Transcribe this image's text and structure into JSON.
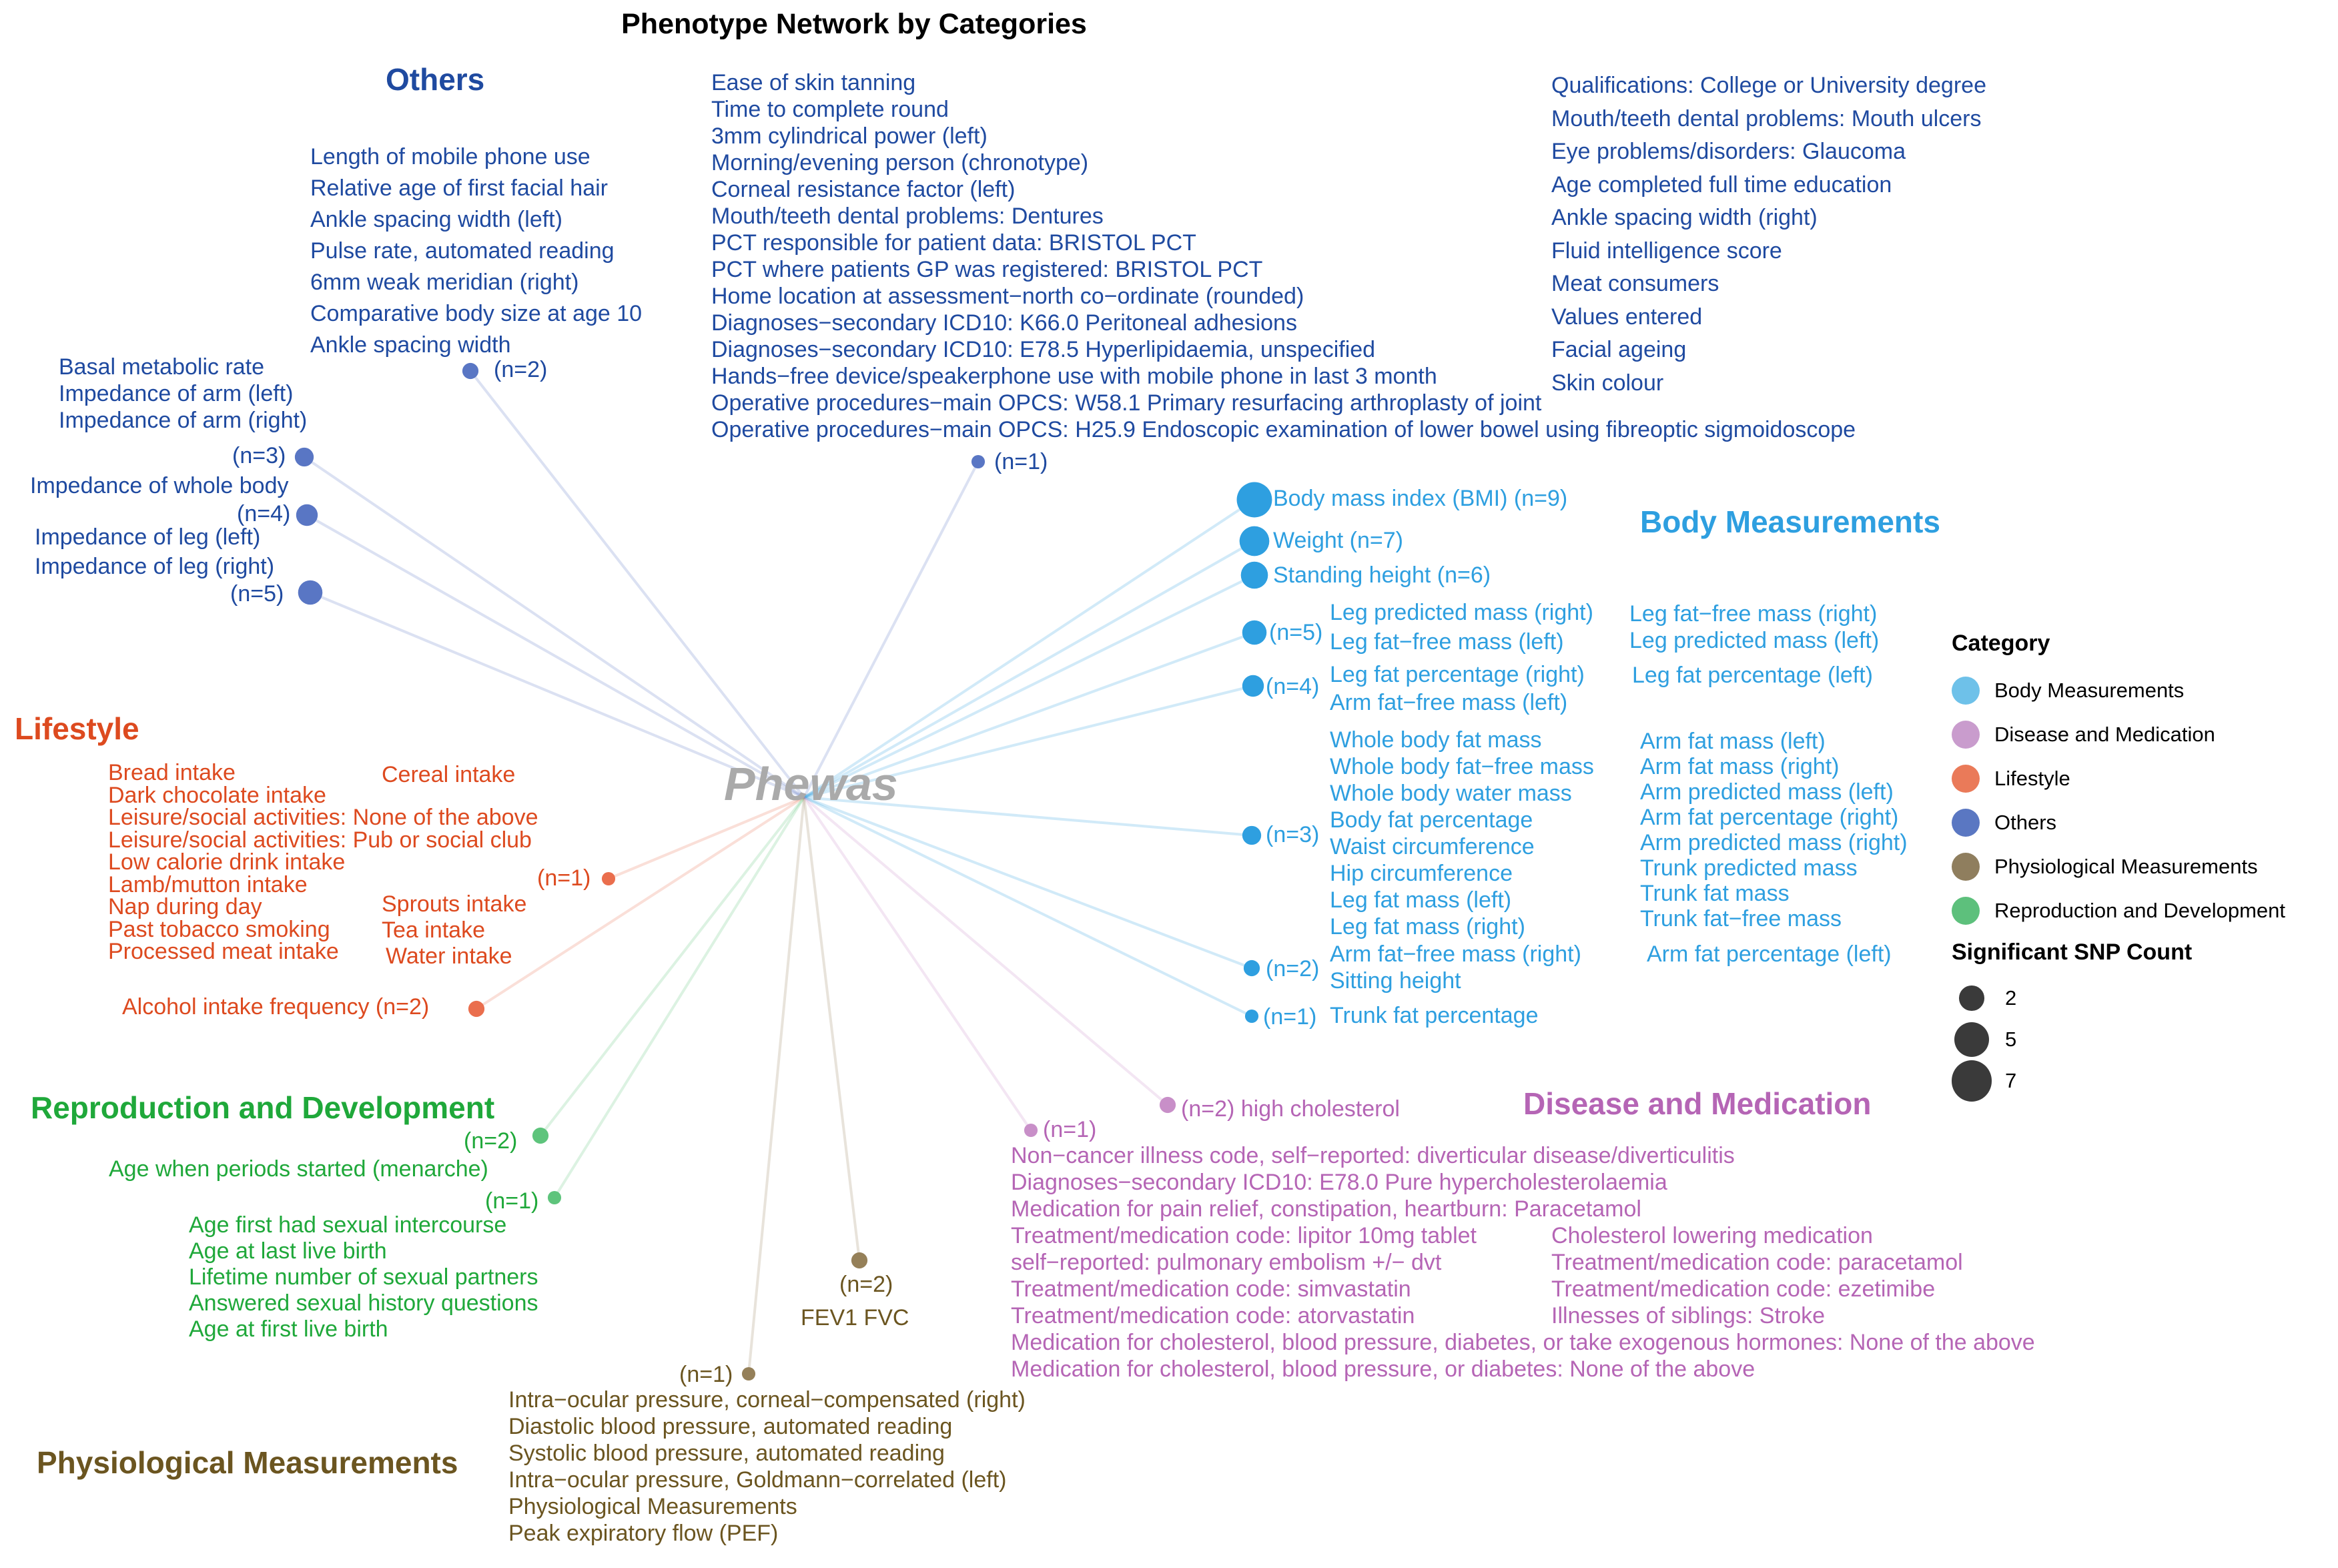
{
  "title": "Phenotype Network by Categories",
  "center": "Phewas",
  "colors": {
    "body": "#2e9fe0",
    "body_dot": "#2e9fe0",
    "disease": "#b565b5",
    "disease_dot": "#c88fc8",
    "lifestyle": "#dd4a1f",
    "lifestyle_dot": "#ea6e4d",
    "others": "#1f4aa0",
    "others_dot": "#5976c4",
    "physio": "#6b5520",
    "physio_dot": "#958059",
    "repro": "#1fa83a",
    "repro_dot": "#5ec47c"
  },
  "categories": {
    "others": "Others",
    "body": "Body Measurements",
    "lifestyle": "Lifestyle",
    "repro": "Reproduction and Development",
    "disease": "Disease and Medication",
    "physio": "Physiological Measurements"
  },
  "others": {
    "n2_label": "(n=2)",
    "n2_items": [
      "Length of mobile phone use",
      "Relative age of first facial hair",
      "Ankle spacing width (left)",
      "Pulse rate, automated reading",
      "6mm weak meridian (right)",
      "Comparative body size at age 10",
      "Ankle spacing width"
    ],
    "n3_items": [
      "Basal metabolic rate",
      "Impedance of arm (left)",
      "Impedance of arm (right)"
    ],
    "n3_label": "(n=3)",
    "n4_item": "Impedance of whole body",
    "n4_label": "(n=4)",
    "n5_items": [
      "Impedance of leg (left)",
      "Impedance of leg (right)"
    ],
    "n5_label": "(n=5)",
    "n1_label": "(n=1)",
    "n1_items_mid": [
      "Ease of skin tanning",
      "Time to complete round",
      "3mm cylindrical power (left)",
      "Morning/evening person (chronotype)",
      "Corneal resistance factor (left)",
      "Mouth/teeth dental problems: Dentures",
      "PCT responsible for patient data: BRISTOL PCT",
      "PCT where patients GP was registered: BRISTOL PCT",
      "Home location at assessment−north co−ordinate (rounded)",
      "Diagnoses−secondary ICD10: K66.0 Peritoneal adhesions",
      "Diagnoses−secondary ICD10: E78.5 Hyperlipidaemia, unspecified",
      "Hands−free device/speakerphone use with mobile phone in last 3 month",
      "Operative procedures−main OPCS: W58.1 Primary resurfacing arthroplasty of joint",
      "Operative procedures−main OPCS: H25.9 Endoscopic examination of lower bowel using fibreoptic sigmoidoscope"
    ],
    "n1_items_right": [
      "Qualifications: College or University degree",
      "Mouth/teeth dental problems: Mouth ulcers",
      "Eye problems/disorders: Glaucoma",
      "Age completed full time education",
      "Ankle spacing width (right)",
      "Fluid intelligence score",
      "Meat consumers",
      "Values entered",
      "Facial ageing",
      "Skin colour"
    ]
  },
  "body": {
    "bmi": "Body mass index (BMI) (n=9)",
    "weight": "Weight (n=7)",
    "height": "Standing height (n=6)",
    "n5_label": "(n=5)",
    "n5_col1": [
      "Leg predicted mass (right)",
      "Leg fat−free mass (left)"
    ],
    "n5_col2": [
      "Leg fat−free mass (right)",
      "Leg predicted mass (left)"
    ],
    "n4_label": "(n=4)",
    "n4_col1": [
      "Leg fat percentage (right)",
      "Arm fat−free mass (left)"
    ],
    "n4_col2": [
      "Leg fat percentage (left)"
    ],
    "n3_label": "(n=3)",
    "n3_col1": [
      "Whole body fat mass",
      "Whole body fat−free mass",
      "Whole body water mass",
      "Body fat percentage",
      "Waist circumference",
      "Hip circumference",
      "Leg fat mass (left)",
      "Leg fat mass (right)"
    ],
    "n3_col2": [
      "Arm fat mass (left)",
      "Arm fat mass (right)",
      "Arm predicted mass (left)",
      "Arm fat percentage (right)",
      "Arm predicted mass (right)",
      "Trunk predicted mass",
      "Trunk fat mass",
      "Trunk fat−free mass"
    ],
    "n2_label": "(n=2)",
    "n2_col1": [
      "Arm fat−free mass (right)",
      "Sitting height"
    ],
    "n2_col2": [
      "Arm fat percentage (left)"
    ],
    "n1_label": "(n=1)",
    "n1_item": "Trunk fat percentage"
  },
  "lifestyle": {
    "n1_label": "(n=1)",
    "col1": [
      "Bread intake",
      "Dark chocolate intake",
      "Leisure/social activities: None of the above",
      "Leisure/social activities: Pub or social club",
      "Low calorie drink intake",
      "Lamb/mutton intake",
      "Nap during day",
      "Past tobacco smoking",
      "Processed meat intake"
    ],
    "col2": [
      "Cereal intake",
      "Sprouts intake",
      "Tea intake",
      "Water intake"
    ],
    "n2_label": "Alcohol intake frequency (n=2)"
  },
  "repro": {
    "n2_label": "(n=2)",
    "n2_item": "Age when periods started (menarche)",
    "n1_label": "(n=1)",
    "n1_items": [
      "Age first had sexual intercourse",
      "Age at last live birth",
      "Lifetime number of sexual partners",
      "Answered sexual history questions",
      "Age at first live birth"
    ]
  },
  "physio": {
    "n2_label": "(n=2)",
    "n2_item": "FEV1 FVC",
    "n1_label": "(n=1)",
    "n1_items": [
      "Intra−ocular pressure, corneal−compensated (right)",
      "Diastolic blood pressure, automated reading",
      "Systolic blood pressure, automated reading",
      "Intra−ocular pressure, Goldmann−correlated (left)",
      "Physiological Measurements",
      "Peak expiratory flow (PEF)"
    ]
  },
  "disease": {
    "n2_label": "(n=2) high cholesterol",
    "n1_label": "(n=1)",
    "n1_items": [
      "Non−cancer illness code, self−reported: diverticular disease/diverticulitis",
      "Diagnoses−secondary ICD10: E78.0 Pure hypercholesterolaemia",
      "Medication for pain relief, constipation, heartburn: Paracetamol",
      "Treatment/medication code: lipitor 10mg tablet",
      "self−reported: pulmonary embolism +/− dvt",
      "Treatment/medication code: simvastatin",
      "Treatment/medication code: atorvastatin"
    ],
    "n1_items_right": [
      "Cholesterol lowering medication",
      "Treatment/medication code: paracetamol",
      "Treatment/medication code: ezetimibe",
      "Illnesses of siblings: Stroke"
    ],
    "n1_items_wide": [
      "Medication for cholesterol, blood pressure, diabetes, or take exogenous hormones: None of the above",
      "Medication for cholesterol, blood pressure, or diabetes: None of the above"
    ]
  },
  "legend": {
    "title": "Category",
    "items": [
      {
        "label": "Body Measurements",
        "color": "#6ec1e9"
      },
      {
        "label": "Disease and Medication",
        "color": "#c99ccd"
      },
      {
        "label": "Lifestyle",
        "color": "#ea7a59"
      },
      {
        "label": "Others",
        "color": "#5a77c2"
      },
      {
        "label": "Physiological Measurements",
        "color": "#8f7e5e"
      },
      {
        "label": "Reproduction and Development",
        "color": "#5dc07c"
      }
    ],
    "size_title": "Significant SNP Count",
    "sizes": [
      {
        "label": "2",
        "value": 2
      },
      {
        "label": "5",
        "value": 5
      },
      {
        "label": "7",
        "value": 7
      }
    ]
  },
  "nodes": [
    {
      "name": "node-others-n2",
      "cat": "others",
      "snp": 2
    },
    {
      "name": "node-others-n3",
      "cat": "others",
      "snp": 3
    },
    {
      "name": "node-others-n4",
      "cat": "others",
      "snp": 4
    },
    {
      "name": "node-others-n5",
      "cat": "others",
      "snp": 5
    },
    {
      "name": "node-others-n1",
      "cat": "others",
      "snp": 1
    },
    {
      "name": "node-body-bmi",
      "cat": "body",
      "snp": 9
    },
    {
      "name": "node-body-weight",
      "cat": "body",
      "snp": 7
    },
    {
      "name": "node-body-height",
      "cat": "body",
      "snp": 6
    },
    {
      "name": "node-body-n5",
      "cat": "body",
      "snp": 5
    },
    {
      "name": "node-body-n4",
      "cat": "body",
      "snp": 4
    },
    {
      "name": "node-body-n3",
      "cat": "body",
      "snp": 3
    },
    {
      "name": "node-body-n2",
      "cat": "body",
      "snp": 2
    },
    {
      "name": "node-body-n1",
      "cat": "body",
      "snp": 1
    },
    {
      "name": "node-lifestyle-n1",
      "cat": "lifestyle",
      "snp": 1
    },
    {
      "name": "node-lifestyle-n2",
      "cat": "lifestyle",
      "snp": 2
    },
    {
      "name": "node-repro-n2",
      "cat": "repro",
      "snp": 2
    },
    {
      "name": "node-repro-n1",
      "cat": "repro",
      "snp": 1
    },
    {
      "name": "node-physio-n2",
      "cat": "physio",
      "snp": 2
    },
    {
      "name": "node-physio-n1",
      "cat": "physio",
      "snp": 1
    },
    {
      "name": "node-disease-n2",
      "cat": "disease",
      "snp": 2
    },
    {
      "name": "node-disease-n1",
      "cat": "disease",
      "snp": 1
    }
  ]
}
